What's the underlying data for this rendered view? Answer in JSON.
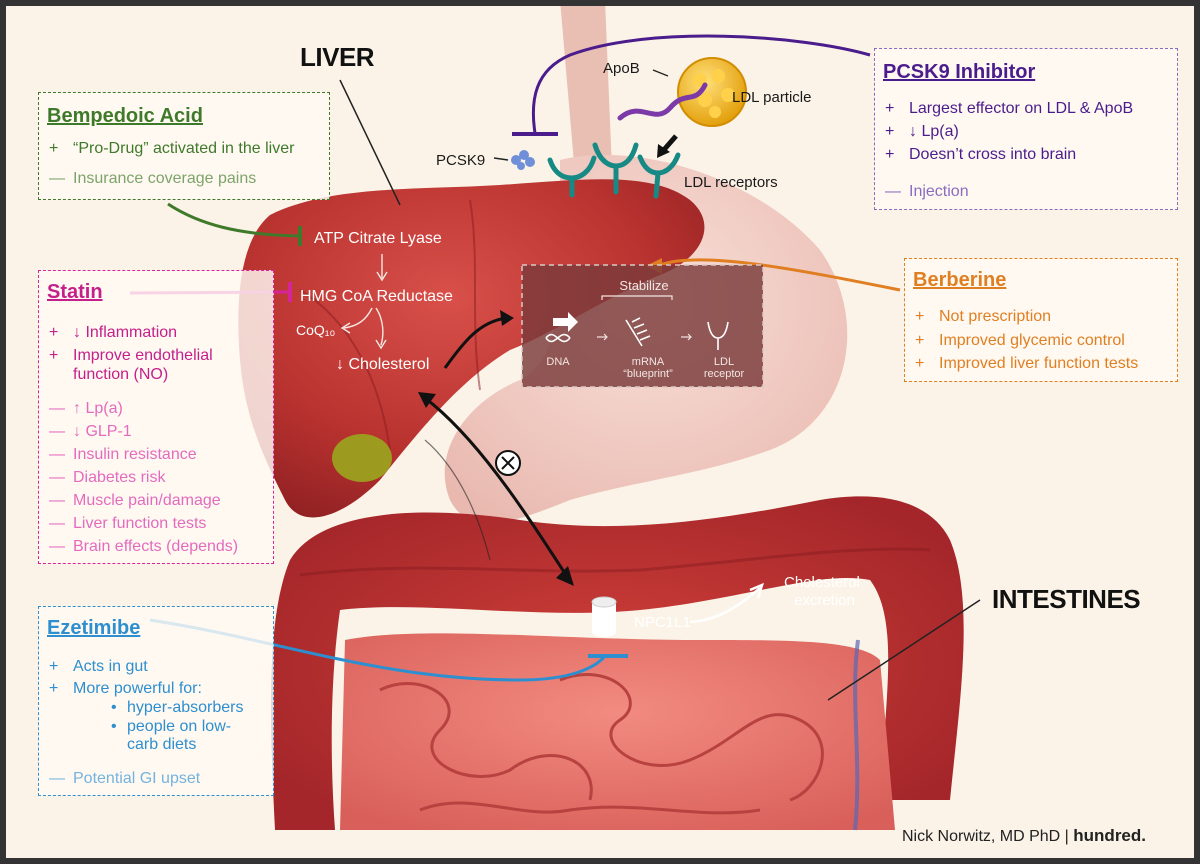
{
  "colors": {
    "bempedoic": "#3f7a2a",
    "statin": "#d6249a",
    "ezetimibe": "#2d8fd0",
    "pcsk9": "#4b1d8c",
    "berberine": "#e07f22"
  },
  "labels": {
    "liver": "LIVER",
    "intestines": "INTESTINES",
    "apob": "ApoB",
    "ldl_particle": "LDL particle",
    "pcsk9": "PCSK9",
    "ldl_receptors": "LDL receptors",
    "atp_citrate_lyase": "ATP Citrate Lyase",
    "hmg_coa": "HMG CoA Reductase",
    "coq10": "CoQ₁₀",
    "cholesterol": "↓ Cholesterol",
    "npc1l1": "NPC1L1",
    "cholesterol_excretion_1": "Cholesterol",
    "cholesterol_excretion_2": "excretion",
    "credit_name": "Nick Norwitz, MD PhD | ",
    "credit_brand": "hundred."
  },
  "stabilize": {
    "title": "Stabilize",
    "dna": "DNA",
    "mrna_1": "mRNA",
    "mrna_2": "“blueprint”",
    "ldl_1": "LDL",
    "ldl_2": "receptor"
  },
  "bempedoic": {
    "title": "Bempedoic Acid",
    "plus": [
      "“Pro-Drug” activated in the liver"
    ],
    "minus": [
      "Insurance coverage pains"
    ]
  },
  "statin": {
    "title": "Statin",
    "plus": [
      "↓  Inflammation",
      "Improve endothelial",
      "function (NO)"
    ],
    "minus": [
      "↑  Lp(a)",
      "↓  GLP-1",
      "Insulin resistance",
      "Diabetes risk",
      "Muscle pain/damage",
      "Liver function tests",
      "Brain effects (depends)"
    ]
  },
  "ezetimibe": {
    "title": "Ezetimibe",
    "plus": [
      "Acts in gut",
      "More powerful for:"
    ],
    "bullets": [
      "hyper-absorbers",
      "people on low-",
      "carb diets"
    ],
    "minus": [
      "Potential GI upset"
    ]
  },
  "pcsk9i": {
    "title": "PCSK9 Inhibitor",
    "plus": [
      "Largest effector on LDL & ApoB",
      "↓  Lp(a)",
      "Doesn’t cross into brain"
    ],
    "minus": [
      "Injection"
    ]
  },
  "berberine": {
    "title": "Berberine",
    "plus": [
      "Not prescription",
      "Improved glycemic control",
      "Improved liver function tests"
    ]
  },
  "signs": {
    "plus": "+",
    "minus": "—"
  }
}
